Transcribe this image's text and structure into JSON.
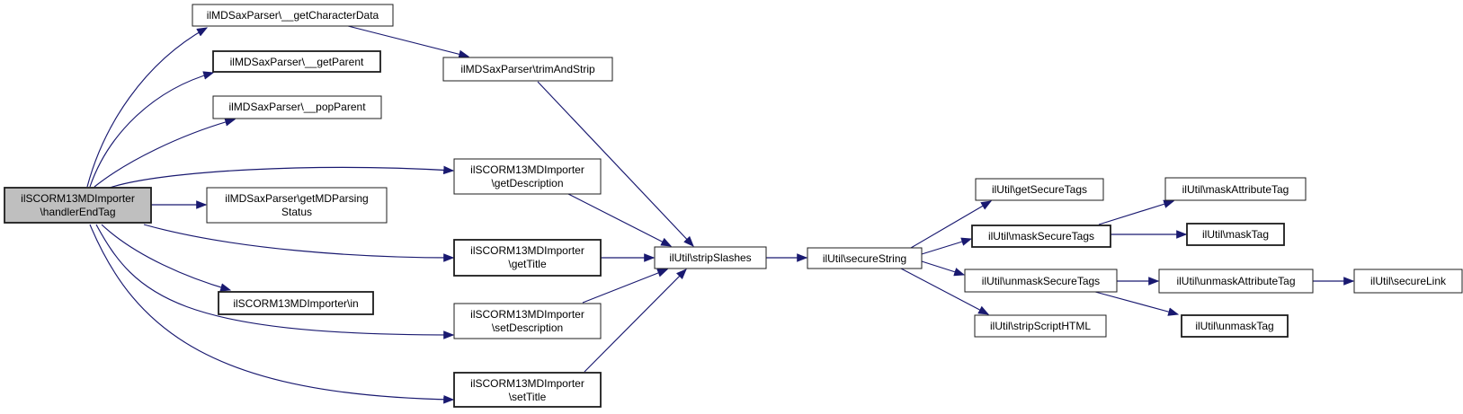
{
  "diagram": {
    "kind": "doxygen-call-graph",
    "root_function": "ilSCORM13MDImporter\\handlerEndTag",
    "colors": {
      "background": "#ffffff",
      "edge": "#191970",
      "node_fill": "#ffffff",
      "node_border": "#1c1c1c",
      "node_current_fill": "#bfbfbf",
      "text": "#000000"
    }
  },
  "nodes": {
    "handlerEndTag": {
      "label": "ilSCORM13MDImporter\\handlerEndTag",
      "lines": [
        "ilSCORM13MDImporter",
        "\\handlerEndTag"
      ],
      "current": true
    },
    "getCharacterData": {
      "label": "ilMDSaxParser\\__getCharacterData",
      "lines": [
        "ilMDSaxParser\\__getCharacterData"
      ]
    },
    "getParent": {
      "label": "ilMDSaxParser\\__getParent",
      "lines": [
        "ilMDSaxParser\\__getParent"
      ]
    },
    "popParent": {
      "label": "ilMDSaxParser\\__popParent",
      "lines": [
        "ilMDSaxParser\\__popParent"
      ]
    },
    "trimAndStrip": {
      "label": "ilMDSaxParser\\trimAndStrip",
      "lines": [
        "ilMDSaxParser\\trimAndStrip"
      ]
    },
    "getMDParsingStatus": {
      "label": "ilMDSaxParser\\getMDParsingStatus",
      "lines": [
        "ilMDSaxParser\\getMDParsing",
        "Status"
      ]
    },
    "in": {
      "label": "ilSCORM13MDImporter\\in",
      "lines": [
        "ilSCORM13MDImporter\\in"
      ]
    },
    "getDescription": {
      "label": "ilSCORM13MDImporter\\getDescription",
      "lines": [
        "ilSCORM13MDImporter",
        "\\getDescription"
      ]
    },
    "getTitle": {
      "label": "ilSCORM13MDImporter\\getTitle",
      "lines": [
        "ilSCORM13MDImporter",
        "\\getTitle"
      ]
    },
    "setDescription": {
      "label": "ilSCORM13MDImporter\\setDescription",
      "lines": [
        "ilSCORM13MDImporter",
        "\\setDescription"
      ]
    },
    "setTitle": {
      "label": "ilSCORM13MDImporter\\setTitle",
      "lines": [
        "ilSCORM13MDImporter",
        "\\setTitle"
      ]
    },
    "stripSlashes": {
      "label": "ilUtil\\stripSlashes",
      "lines": [
        "ilUtil\\stripSlashes"
      ]
    },
    "secureString": {
      "label": "ilUtil\\secureString",
      "lines": [
        "ilUtil\\secureString"
      ]
    },
    "getSecureTags": {
      "label": "ilUtil\\getSecureTags",
      "lines": [
        "ilUtil\\getSecureTags"
      ]
    },
    "maskSecureTags": {
      "label": "ilUtil\\maskSecureTags",
      "lines": [
        "ilUtil\\maskSecureTags"
      ]
    },
    "unmaskSecureTags": {
      "label": "ilUtil\\unmaskSecureTags",
      "lines": [
        "ilUtil\\unmaskSecureTags"
      ]
    },
    "stripScriptHTML": {
      "label": "ilUtil\\stripScriptHTML",
      "lines": [
        "ilUtil\\stripScriptHTML"
      ]
    },
    "maskAttributeTag": {
      "label": "ilUtil\\maskAttributeTag",
      "lines": [
        "ilUtil\\maskAttributeTag"
      ]
    },
    "maskTag": {
      "label": "ilUtil\\maskTag",
      "lines": [
        "ilUtil\\maskTag"
      ]
    },
    "unmaskAttributeTag": {
      "label": "ilUtil\\unmaskAttributeTag",
      "lines": [
        "ilUtil\\unmaskAttributeTag"
      ]
    },
    "secureLink": {
      "label": "ilUtil\\secureLink",
      "lines": [
        "ilUtil\\secureLink"
      ]
    },
    "unmaskTag": {
      "label": "ilUtil\\unmaskTag",
      "lines": [
        "ilUtil\\unmaskTag"
      ]
    }
  },
  "edges": [
    {
      "from": "handlerEndTag",
      "to": "getCharacterData"
    },
    {
      "from": "handlerEndTag",
      "to": "getParent"
    },
    {
      "from": "handlerEndTag",
      "to": "popParent"
    },
    {
      "from": "handlerEndTag",
      "to": "getDescription"
    },
    {
      "from": "handlerEndTag",
      "to": "getMDParsingStatus"
    },
    {
      "from": "handlerEndTag",
      "to": "getTitle"
    },
    {
      "from": "handlerEndTag",
      "to": "in"
    },
    {
      "from": "handlerEndTag",
      "to": "setDescription"
    },
    {
      "from": "handlerEndTag",
      "to": "setTitle"
    },
    {
      "from": "getCharacterData",
      "to": "trimAndStrip"
    },
    {
      "from": "trimAndStrip",
      "to": "stripSlashes"
    },
    {
      "from": "getDescription",
      "to": "stripSlashes"
    },
    {
      "from": "getTitle",
      "to": "stripSlashes"
    },
    {
      "from": "setDescription",
      "to": "stripSlashes"
    },
    {
      "from": "setTitle",
      "to": "stripSlashes"
    },
    {
      "from": "stripSlashes",
      "to": "secureString"
    },
    {
      "from": "secureString",
      "to": "getSecureTags"
    },
    {
      "from": "secureString",
      "to": "maskSecureTags"
    },
    {
      "from": "secureString",
      "to": "unmaskSecureTags"
    },
    {
      "from": "secureString",
      "to": "stripScriptHTML"
    },
    {
      "from": "maskSecureTags",
      "to": "maskAttributeTag"
    },
    {
      "from": "maskSecureTags",
      "to": "maskTag"
    },
    {
      "from": "unmaskSecureTags",
      "to": "unmaskAttributeTag"
    },
    {
      "from": "unmaskSecureTags",
      "to": "unmaskTag"
    },
    {
      "from": "unmaskAttributeTag",
      "to": "secureLink"
    }
  ]
}
